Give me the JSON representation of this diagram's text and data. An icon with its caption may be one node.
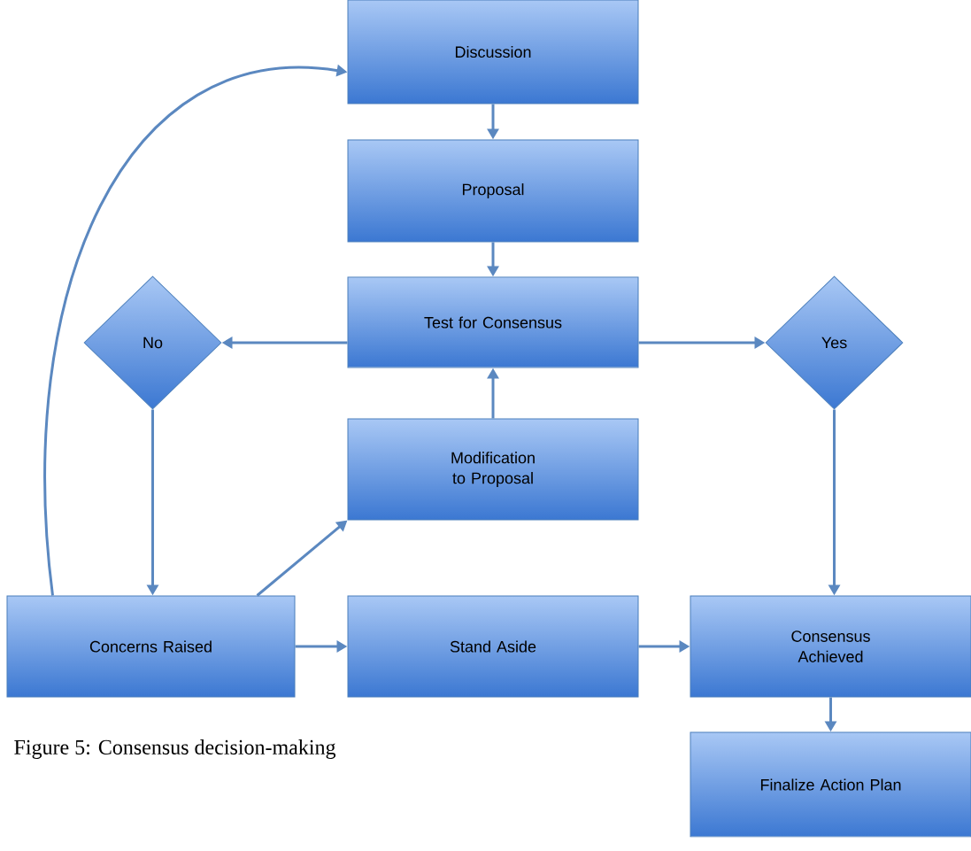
{
  "diagram": {
    "caption": "Figure 5: Consensus decision-making",
    "nodes": [
      {
        "text": [
          "Discussion"
        ]
      },
      {
        "text": [
          "Proposal"
        ]
      },
      {
        "text": [
          "No"
        ]
      },
      {
        "text": [
          "Test for Consensus"
        ]
      },
      {
        "text": [
          "Yes"
        ]
      },
      {
        "text": [
          "Modification to Proposal"
        ]
      },
      {
        "text": [
          "Concerns Raised"
        ]
      },
      {
        "text": [
          "Stand Aside"
        ]
      },
      {
        "text": [
          "Consensus Achieved"
        ]
      },
      {
        "text": [
          "Finalize Action Plan"
        ]
      }
    ],
    "edges": [
      {
        "from": 0,
        "to": 1,
        "arrow": "to"
      },
      {
        "from": 1,
        "to": 3,
        "arrow": "to"
      },
      {
        "from": 3,
        "to": 2,
        "arrow": "to"
      },
      {
        "from": 3,
        "to": 4,
        "arrow": "to"
      },
      {
        "from": 2,
        "to": 6,
        "arrow": "to"
      },
      {
        "from": 4,
        "to": 8,
        "arrow": "to"
      },
      {
        "from": 6,
        "to": 5,
        "arrow": "to"
      },
      {
        "from": 5,
        "to": 3,
        "arrow": "to"
      },
      {
        "from": 6,
        "to": 7,
        "arrow": "to"
      },
      {
        "from": 7,
        "to": 8,
        "arrow": "to"
      },
      {
        "from": 8,
        "to": 9,
        "arrow": "to"
      },
      {
        "from": 6,
        "to": 0,
        "arrow": "to"
      }
    ]
  }
}
